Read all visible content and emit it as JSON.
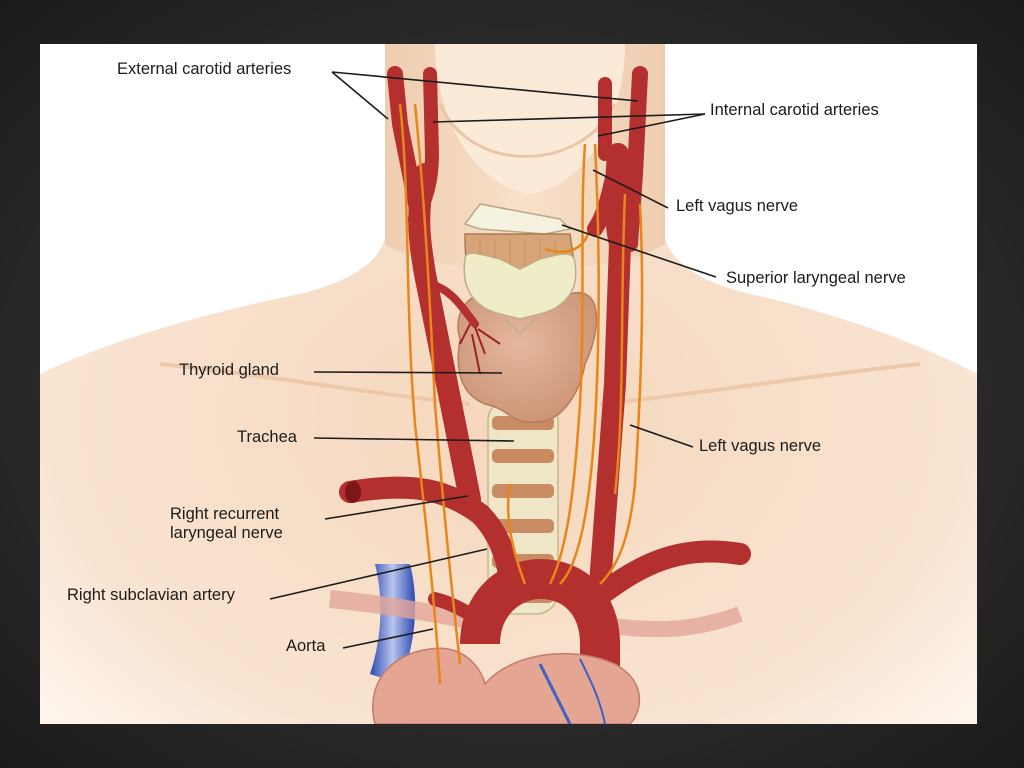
{
  "labels": {
    "external_carotid_arteries": "External carotid arteries",
    "internal_carotid_arteries": "Internal carotid arteries",
    "left_vagus_nerve_upper": "Left vagus nerve",
    "superior_laryngeal_nerve": "Superior laryngeal nerve",
    "thyroid_gland": "Thyroid gland",
    "trachea": "Trachea",
    "left_vagus_nerve_lower": "Left vagus nerve",
    "right_recurrent_laryngeal_nerve_line1": "Right recurrent",
    "right_recurrent_laryngeal_nerve_line2": "laryngeal nerve",
    "right_subclavian_artery": "Right subclavian artery",
    "aorta": "Aorta"
  },
  "colors": {
    "artery": "#b3302f",
    "nerve": "#e8861a",
    "skin": "#f6dcc2",
    "thyroid": "#d9a88c",
    "cartilage": "#f1ecc8",
    "vein": "#3d62c4"
  }
}
